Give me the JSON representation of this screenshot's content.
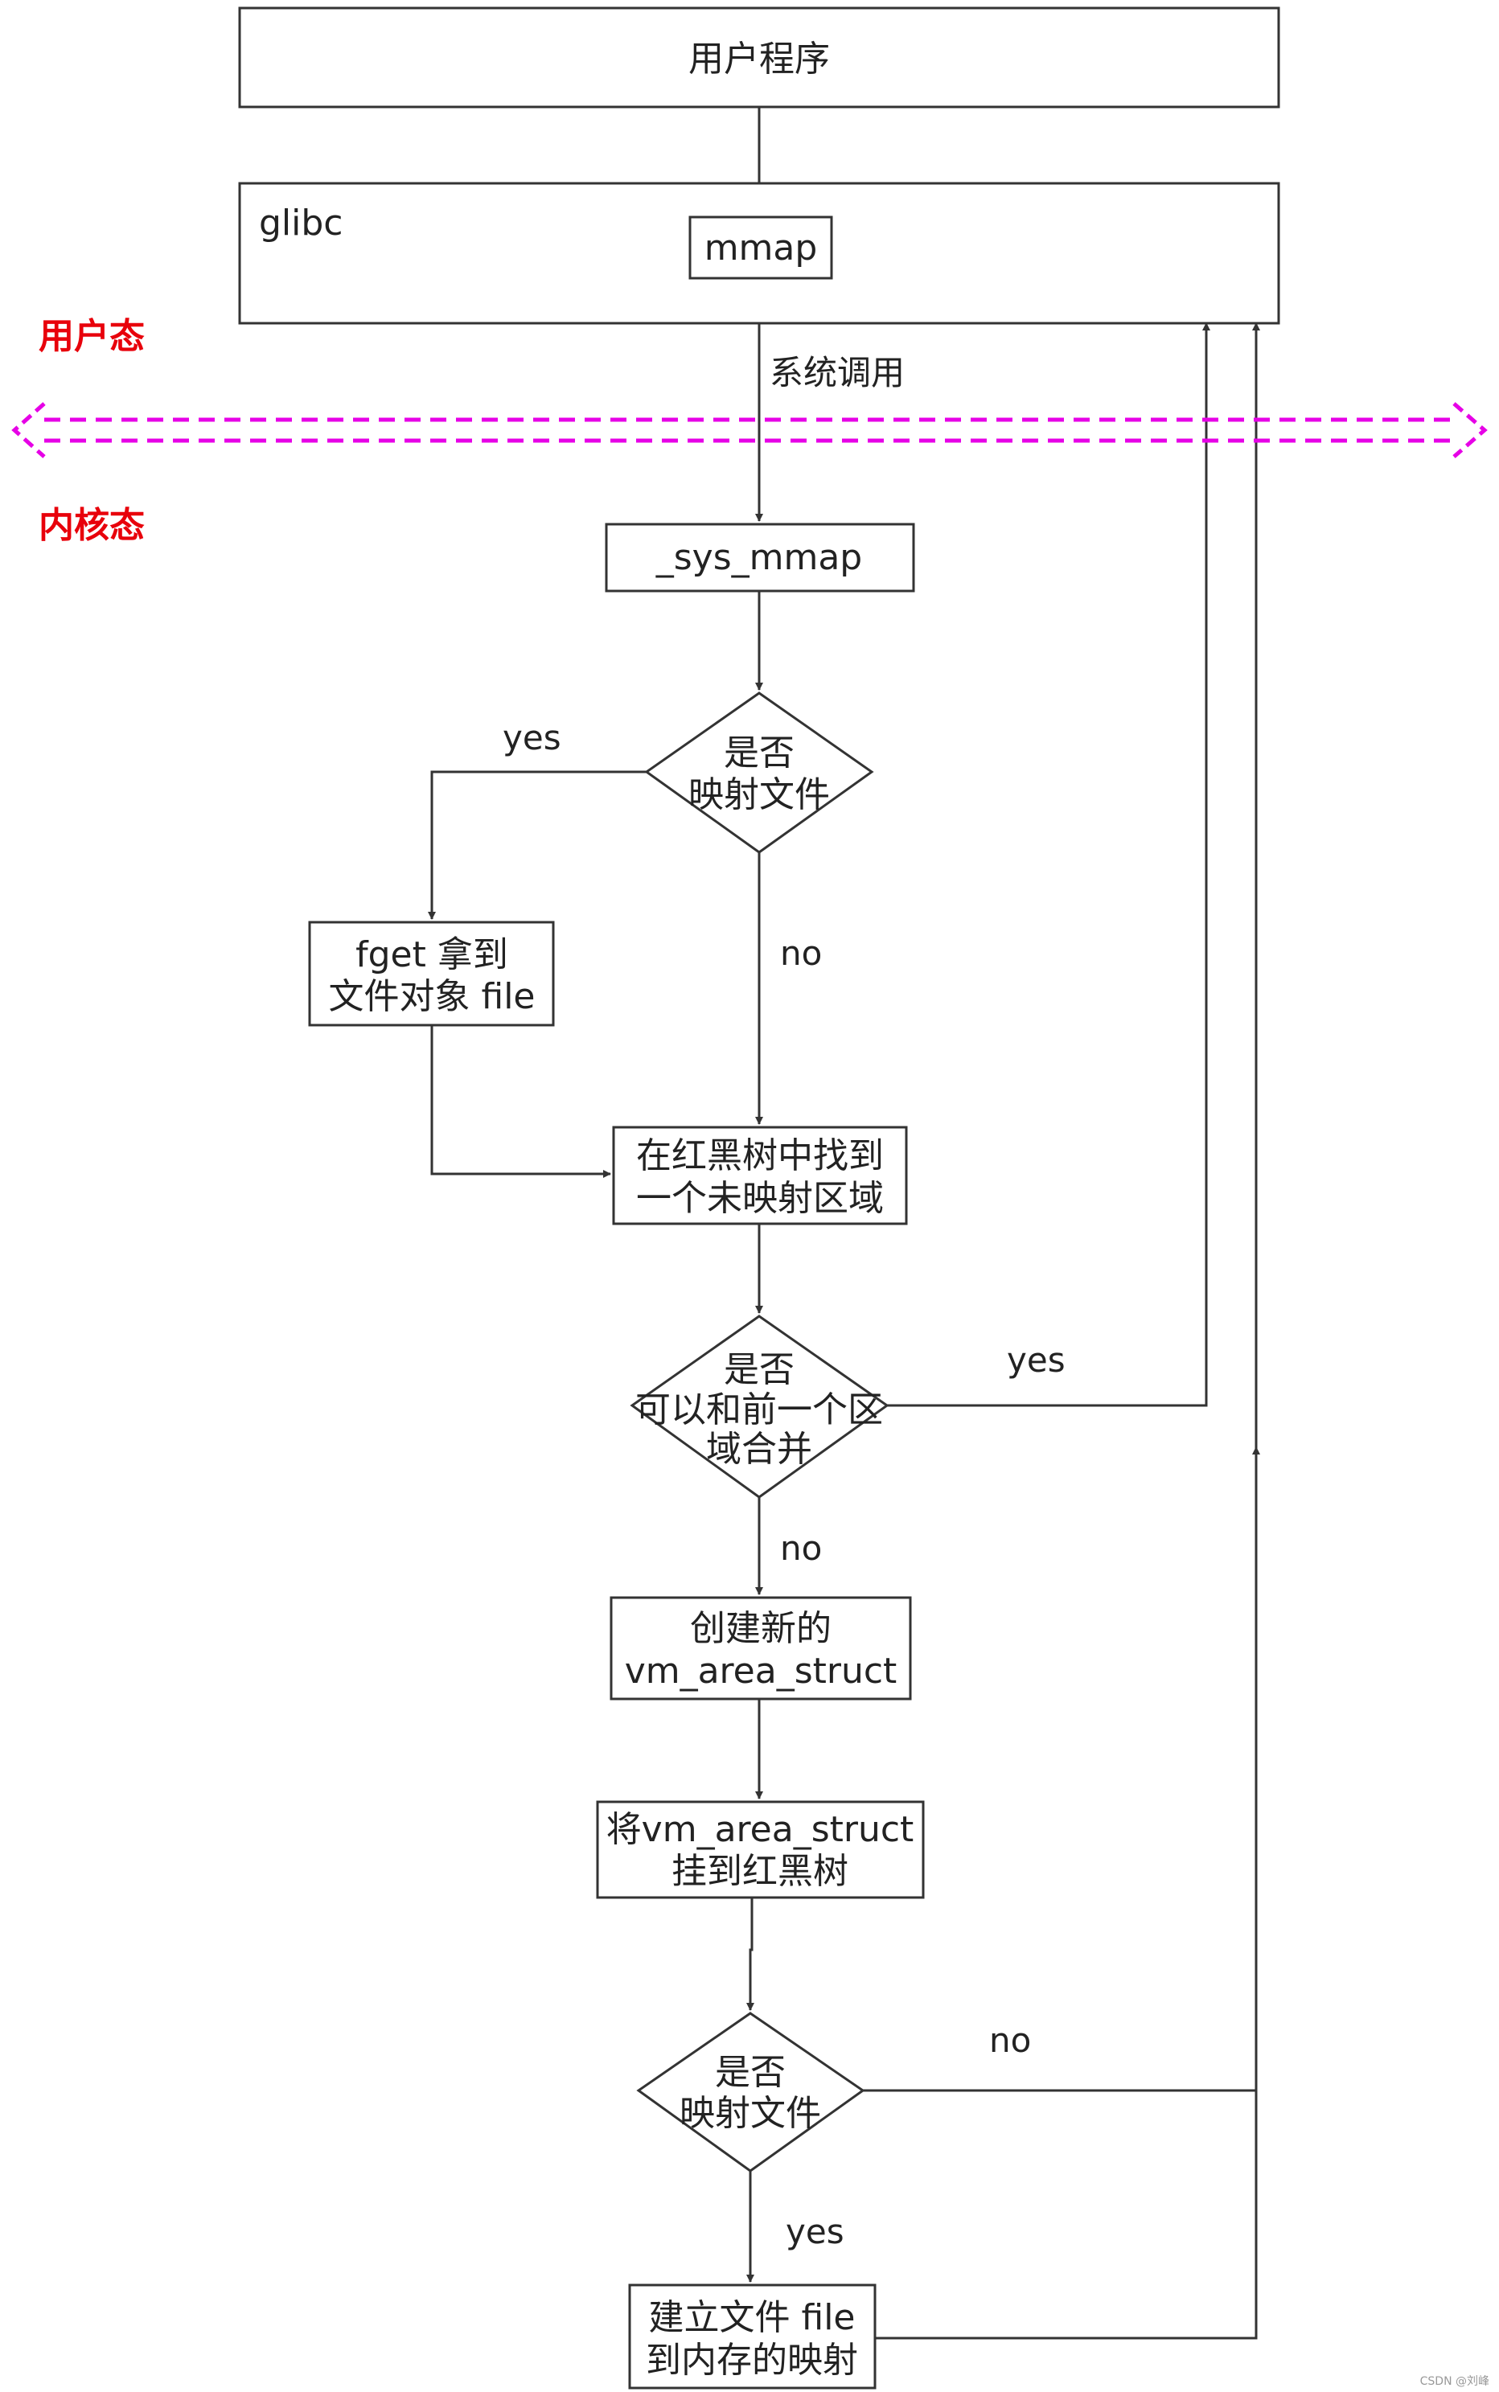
{
  "colors": {
    "line": "#333333",
    "zone_text": "#e8000b",
    "divider": "#e600e6"
  },
  "nodes": {
    "user_program": "用户程序",
    "glibc": "glibc",
    "mmap": "mmap",
    "sys_mmap": "_sys_mmap",
    "decision_map_file_1": [
      "是否",
      "映射文件"
    ],
    "fget": [
      "fget 拿到",
      "文件对象 file"
    ],
    "find_region": [
      "在红黑树中找到",
      "一个未映射区域"
    ],
    "decision_merge": [
      "是否",
      "可以和前一个区",
      "域合并"
    ],
    "create_vma": [
      "创建新的",
      "vm_area_struct"
    ],
    "attach_vma": [
      "将vm_area_struct",
      "挂到红黑树"
    ],
    "decision_map_file_2": [
      "是否",
      "映射文件"
    ],
    "build_mapping": [
      "建立文件 file",
      "到内存的映射"
    ]
  },
  "edge_labels": {
    "syscall": "系统调用",
    "yes_map_file": "yes",
    "no_map_file": "no",
    "yes_merge": "yes",
    "no_merge": "no",
    "no_map_file_2": "no",
    "yes_map_file_2": "yes"
  },
  "zones": {
    "user_mode": "用户态",
    "kernel_mode": "内核态"
  },
  "watermark": "CSDN @刘峰"
}
